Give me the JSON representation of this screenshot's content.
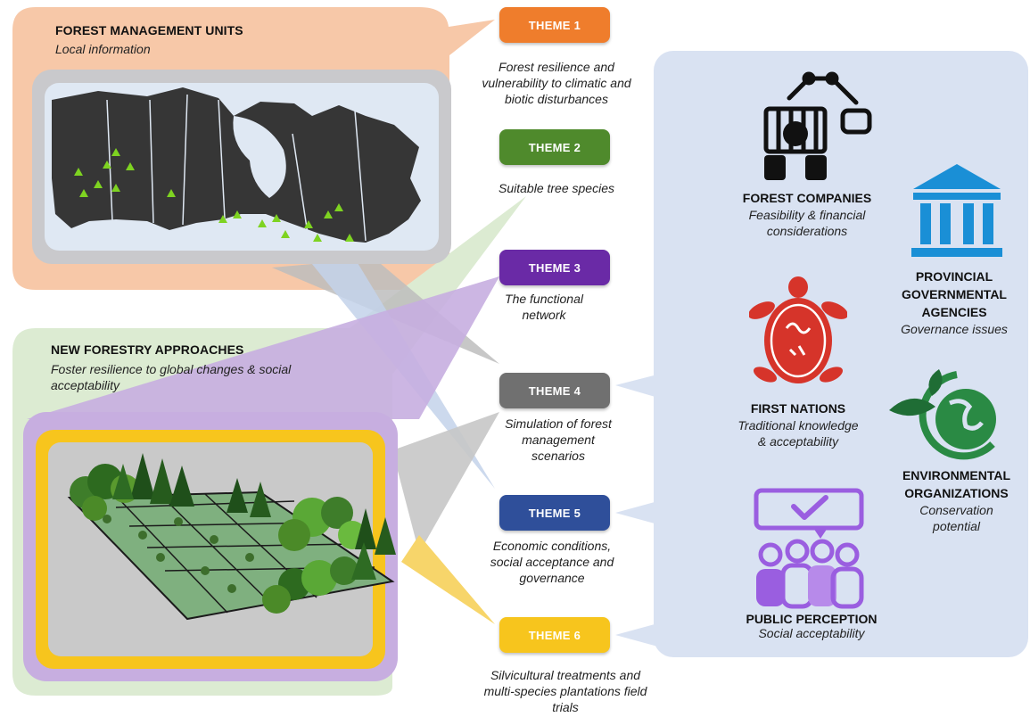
{
  "colors": {
    "fmu_panel": "#f7c8a8",
    "nfa_panel": "#dcebd2",
    "stakeholder_panel": "#d9e2f2",
    "theme1": "#ef7d2c",
    "theme2": "#4f8a2c",
    "theme3": "#6a2aa6",
    "theme4": "#707070",
    "theme5": "#2f4f9a",
    "theme6": "#f7c51d",
    "map_land": "#363636",
    "site_marker": "#7ed321"
  },
  "fmu": {
    "title": "FOREST MANAGEMENT UNITS",
    "subtitle": "Local information"
  },
  "nfa": {
    "title": "NEW FORESTRY APPROACHES",
    "subtitle_line1": "Foster resilience to global changes & social",
    "subtitle_line2": "acceptability"
  },
  "themes": [
    {
      "label": "THEME 1",
      "desc": [
        "Forest resilience and",
        "vulnerability to climatic and",
        "biotic disturbances"
      ]
    },
    {
      "label": "THEME 2",
      "desc": [
        "Suitable tree species"
      ]
    },
    {
      "label": "THEME 3",
      "desc": [
        "The functional",
        "network"
      ]
    },
    {
      "label": "THEME 4",
      "desc": [
        "Simulation of forest",
        "management",
        "scenarios"
      ]
    },
    {
      "label": "THEME 5",
      "desc": [
        "Economic conditions,",
        "social acceptance and",
        "governance"
      ]
    },
    {
      "label": "THEME 6",
      "desc": [
        "Silvicultural treatments and",
        "multi-species plantations field",
        "trials"
      ]
    }
  ],
  "stakeholders": {
    "forest_companies": {
      "title": "FOREST COMPANIES",
      "sub": [
        "Feasibility & financial",
        "considerations"
      ],
      "icon": "harvester-icon"
    },
    "provincial": {
      "title": [
        "PROVINCIAL",
        "GOVERNMENTAL",
        "AGENCIES"
      ],
      "sub": [
        "Governance issues"
      ],
      "icon": "government-building-icon"
    },
    "first_nations": {
      "title": "FIRST NATIONS",
      "sub": [
        "Traditional knowledge",
        "& acceptability"
      ],
      "icon": "turtle-icon"
    },
    "environmental": {
      "title": [
        "ENVIRONMENTAL",
        "ORGANIZATIONS"
      ],
      "sub": [
        "Conservation",
        "potential"
      ],
      "icon": "earth-leaf-icon"
    },
    "public": {
      "title": "PUBLIC PERCEPTION",
      "sub": [
        "Social acceptability"
      ],
      "icon": "people-checkmark-icon"
    }
  }
}
